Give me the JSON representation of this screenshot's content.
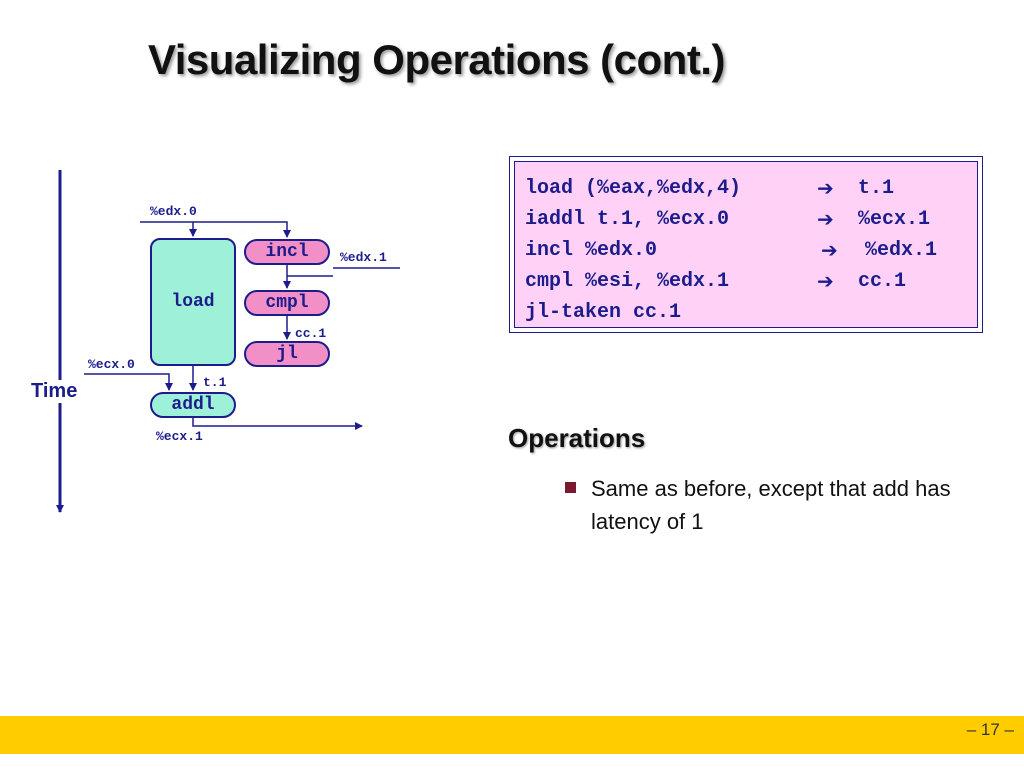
{
  "slide": {
    "title": "Visualizing Operations (cont.)",
    "page_number": "– 17 –"
  },
  "diagram": {
    "time_label": "Time",
    "nodes": {
      "load": "load",
      "incl": "incl",
      "cmpl": "cmpl",
      "jl": "jl",
      "addl": "addl"
    },
    "labels": {
      "edx0": "%edx.0",
      "edx1": "%edx.1",
      "cc1": "cc.1",
      "ecx0": "%ecx.0",
      "t1": "t.1",
      "ecx1": "%ecx.1"
    },
    "colors": {
      "ink": "#1c1c8c",
      "memory_op": "#9ff0d8",
      "int_op": "#f18fc6"
    }
  },
  "code_box": {
    "background": "#ffd1f6",
    "arrow_icon": "right-arrow-icon",
    "lines": [
      {
        "instr": "load (%eax,%edx,4)",
        "arrow": "➔",
        "dest": "t.1"
      },
      {
        "instr": "iaddl t.1, %ecx.0",
        "arrow": "➔",
        "dest": "%ecx.1"
      },
      {
        "instr": "incl %edx.0",
        "arrow": "➔",
        "dest": "%edx.1"
      },
      {
        "instr": "cmpl %esi, %edx.1",
        "arrow": "➔",
        "dest": "cc.1"
      },
      {
        "instr": "jl-taken cc.1"
      }
    ]
  },
  "operations": {
    "heading": "Operations",
    "bullets": [
      "Same as before, except that add has latency of 1"
    ]
  },
  "footer": {
    "color": "#ffcc00"
  }
}
